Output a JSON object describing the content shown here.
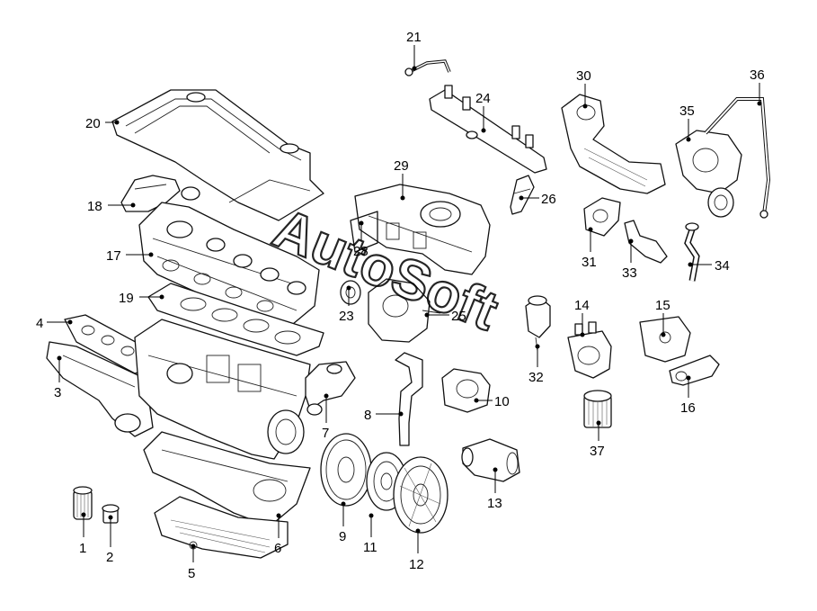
{
  "diagram": {
    "background_color": "#ffffff",
    "line_color": "#111111",
    "watermark": "AutoSoft",
    "callouts": [
      {
        "label": "1",
        "part": "oil-filter-cartridge"
      },
      {
        "label": "2",
        "part": "oil-drain-plug"
      },
      {
        "label": "3",
        "part": "exhaust-manifold"
      },
      {
        "label": "4",
        "part": "exhaust-manifold-gasket"
      },
      {
        "label": "5",
        "part": "oil-pan"
      },
      {
        "label": "6",
        "part": "engine-block"
      },
      {
        "label": "7",
        "part": "thermostat-housing"
      },
      {
        "label": "8",
        "part": "coolant-hose"
      },
      {
        "label": "9",
        "part": "flywheel"
      },
      {
        "label": "10",
        "part": "vacuum-pump"
      },
      {
        "label": "11",
        "part": "clutch-disc"
      },
      {
        "label": "12",
        "part": "clutch-pressure-plate"
      },
      {
        "label": "13",
        "part": "starter-motor"
      },
      {
        "label": "14",
        "part": "fuel-filter-housing"
      },
      {
        "label": "15",
        "part": "engine-mount-bracket"
      },
      {
        "label": "16",
        "part": "engine-mount"
      },
      {
        "label": "17",
        "part": "cylinder-head"
      },
      {
        "label": "18",
        "part": "intake-duct"
      },
      {
        "label": "19",
        "part": "head-gasket"
      },
      {
        "label": "20",
        "part": "engine-cover"
      },
      {
        "label": "21",
        "part": "fuel-pipe"
      },
      {
        "label": "23",
        "part": "pump-sprocket"
      },
      {
        "label": "24",
        "part": "fuel-rail"
      },
      {
        "label": "25",
        "part": "high-pressure-pump"
      },
      {
        "label": "26",
        "part": "injector"
      },
      {
        "label": "28",
        "part": "intake-manifold-gasket"
      },
      {
        "label": "29",
        "part": "intake-manifold"
      },
      {
        "label": "30",
        "part": "catalytic-converter"
      },
      {
        "label": "31",
        "part": "egr-valve"
      },
      {
        "label": "32",
        "part": "vacuum-regulator"
      },
      {
        "label": "33",
        "part": "egr-pipe-valve"
      },
      {
        "label": "34",
        "part": "turbo-oil-pipe"
      },
      {
        "label": "35",
        "part": "turbocharger"
      },
      {
        "label": "36",
        "part": "turbo-feed-pipe"
      },
      {
        "label": "37",
        "part": "oil-filter"
      }
    ]
  }
}
